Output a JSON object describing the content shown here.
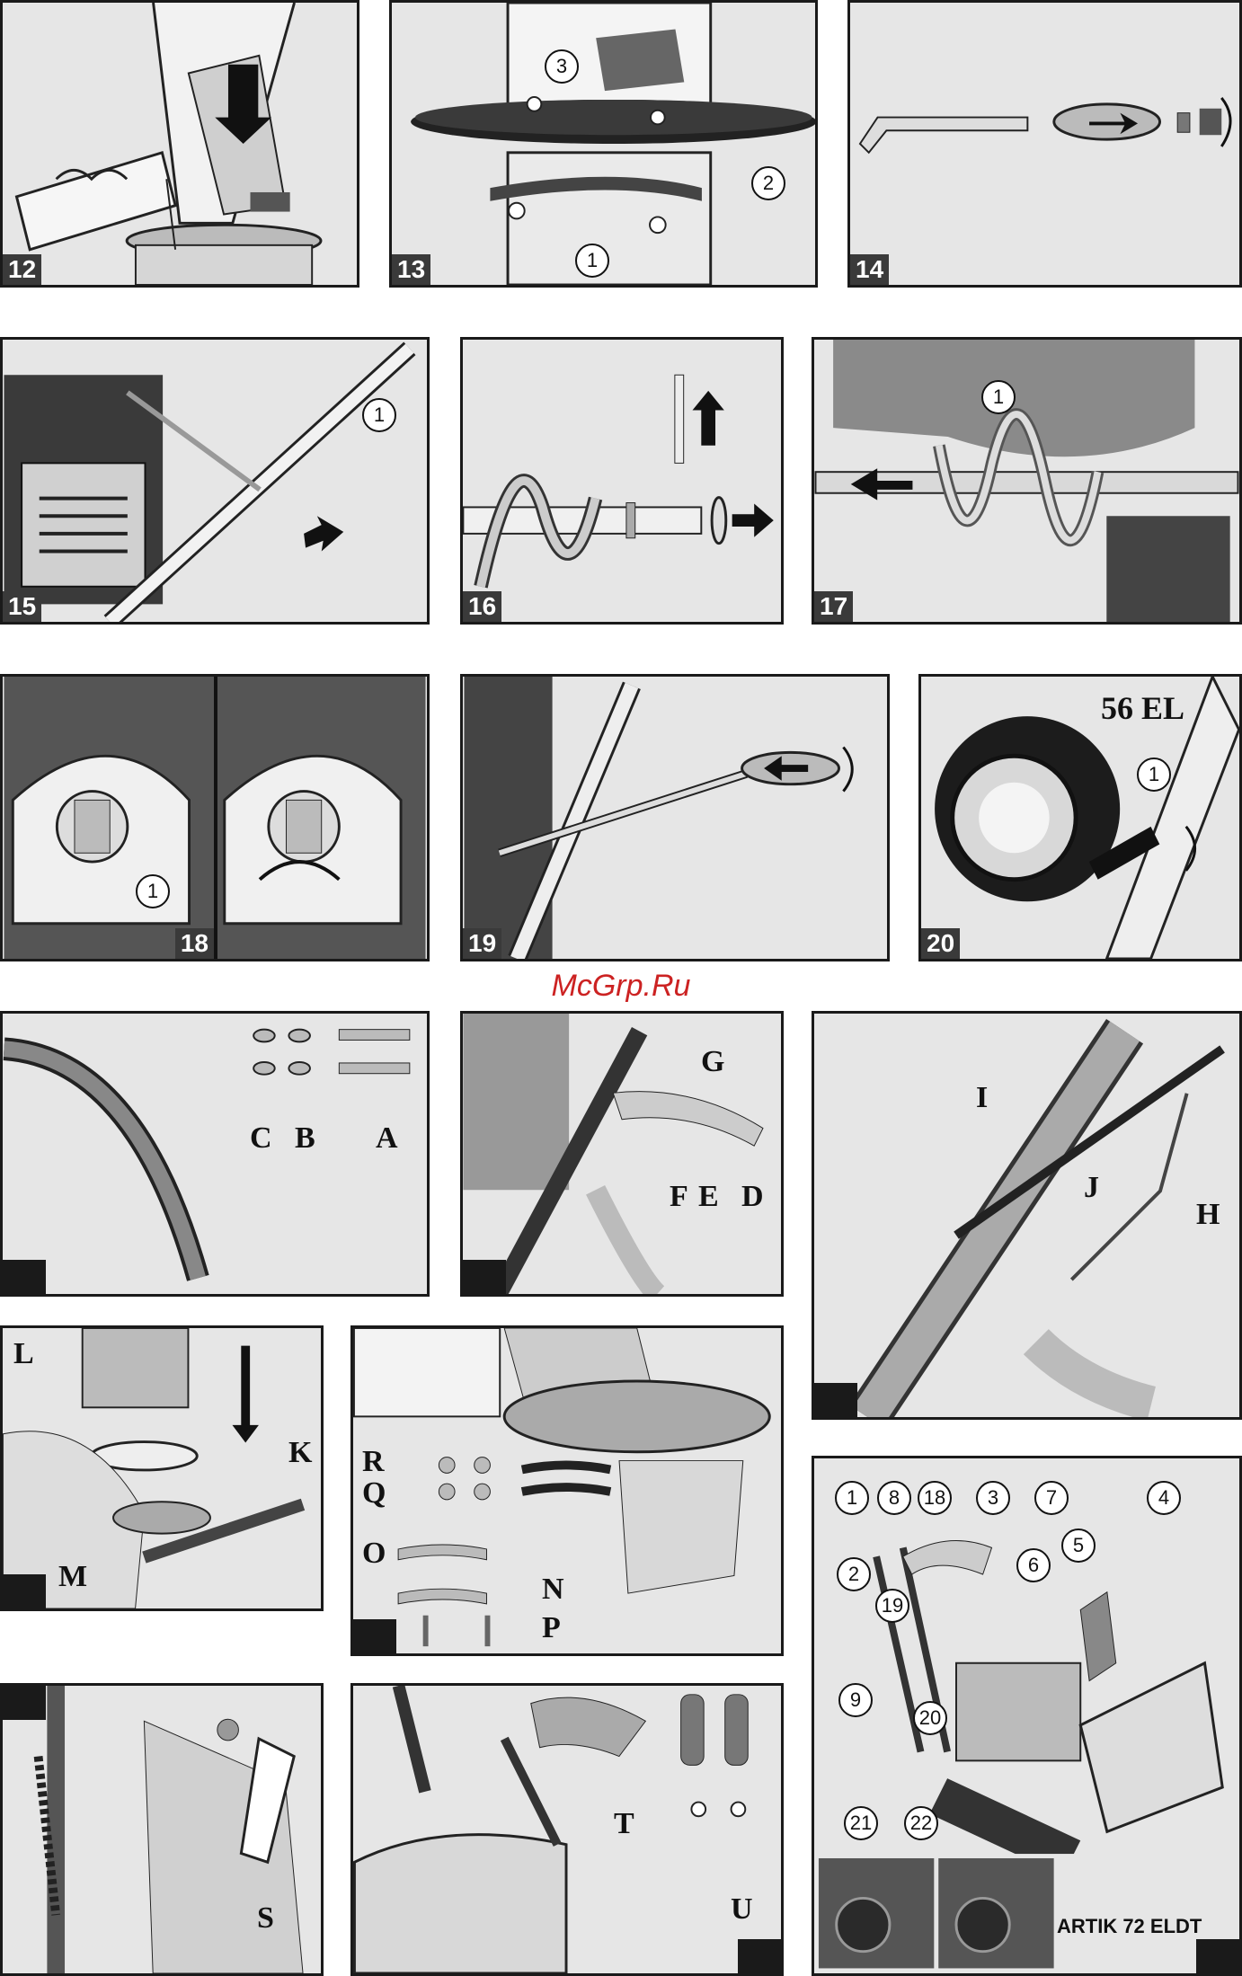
{
  "watermark": "McGrp.Ru",
  "figures": {
    "f12": "12",
    "f13": "13",
    "f14": "14",
    "f15": "15",
    "f16": "16",
    "f17": "17",
    "f18": "18",
    "f19": "19",
    "f20": "20"
  },
  "callouts": {
    "c1": "1",
    "c2": "2",
    "c3": "3",
    "c4": "4",
    "c5": "5",
    "c6": "6",
    "c7": "7",
    "c8": "8",
    "c9": "9",
    "c18": "18",
    "c19": "19",
    "c20": "20",
    "c21": "21",
    "c22": "22"
  },
  "letters": {
    "A": "A",
    "B": "B",
    "C": "C",
    "D": "D",
    "E": "E",
    "F": "F",
    "G": "G",
    "H": "H",
    "I": "I",
    "J": "J",
    "K": "K",
    "L": "L",
    "M": "M",
    "N": "N",
    "O": "O",
    "P": "P",
    "Q": "Q",
    "R": "R",
    "S": "S",
    "T": "T",
    "U": "U"
  },
  "models": {
    "m56": "56 EL",
    "m72": "ARTIK 72 ELDT"
  },
  "colors": {
    "panel_bg": "#e6e6e6",
    "border": "#1a1a1a",
    "watermark": "#cc2222"
  }
}
